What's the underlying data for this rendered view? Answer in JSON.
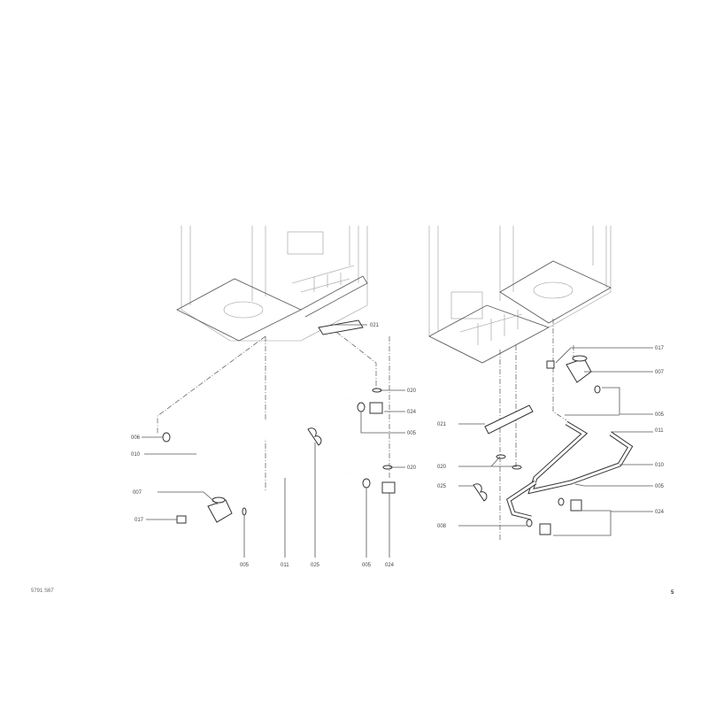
{
  "left_diagram": {
    "labels": [
      "021",
      "020",
      "024",
      "005",
      "020",
      "006",
      "010",
      "007",
      "017",
      "005",
      "011",
      "025",
      "005",
      "024"
    ]
  },
  "right_diagram": {
    "labels": [
      "017",
      "007",
      "005",
      "011",
      "010",
      "021",
      "020",
      "025",
      "005",
      "024",
      "008"
    ]
  },
  "footer": {
    "code": "5791 S67",
    "page": "5"
  }
}
